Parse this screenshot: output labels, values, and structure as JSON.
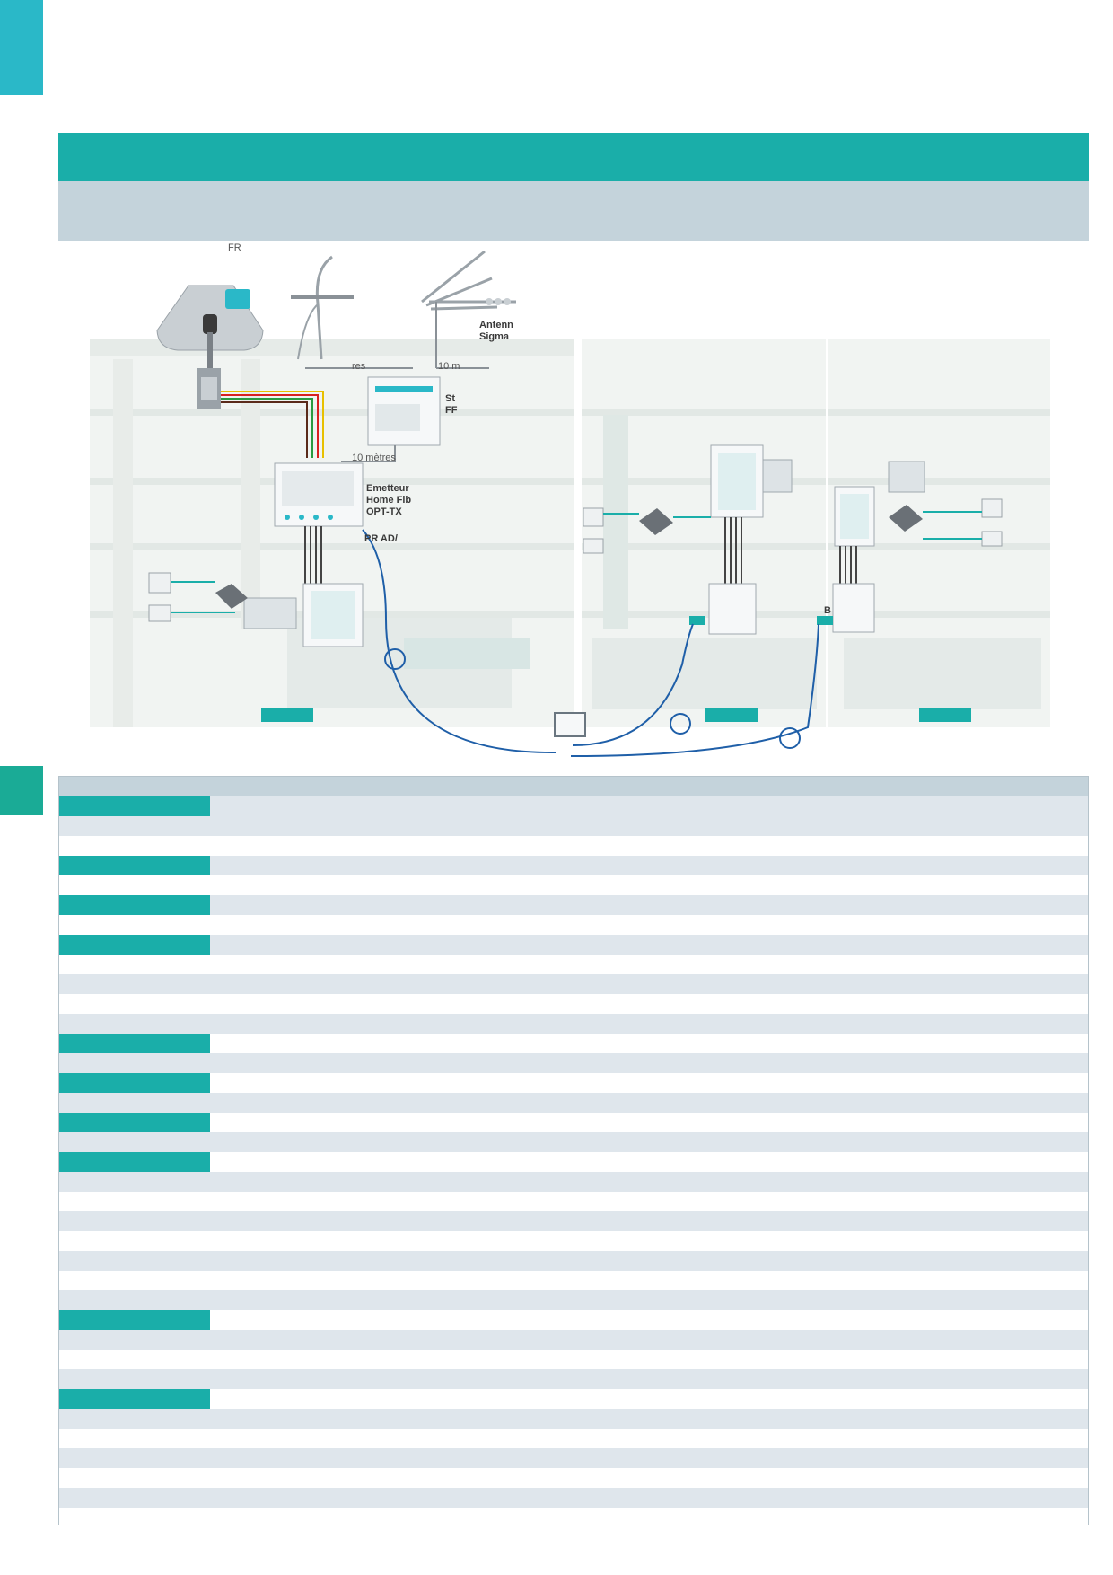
{
  "colors": {
    "accent": "#1aaea9",
    "tab_top": "#2ab8c8",
    "sub_bar": "#c4d3db",
    "row_shade": "#dfe6ec",
    "cable_blue": "#1f5fa8"
  },
  "diagram": {
    "labels": {
      "dish_logo": "FR",
      "antenna_label": "Antenn\nSigma",
      "dist_left": "res",
      "dist_right": "10 m",
      "station_label": "St\nFF",
      "dist_emitter": "10 mètres",
      "emitter_label": "Emetteur\nHome Fib\nOPT-TX",
      "pr_label": "PR AD/",
      "b_label": "B"
    }
  },
  "spec_table": {
    "rows": [
      {
        "cat": true,
        "shade": true
      },
      {
        "cat": false,
        "shade": true
      },
      {
        "cat": false,
        "shade": false
      },
      {
        "cat": true,
        "shade": true
      },
      {
        "cat": false,
        "shade": false
      },
      {
        "cat": true,
        "shade": true
      },
      {
        "cat": false,
        "shade": false
      },
      {
        "cat": true,
        "shade": true
      },
      {
        "cat": false,
        "shade": false
      },
      {
        "cat": false,
        "shade": true
      },
      {
        "cat": false,
        "shade": false
      },
      {
        "cat": false,
        "shade": true
      },
      {
        "cat": true,
        "shade": false
      },
      {
        "cat": false,
        "shade": true
      },
      {
        "cat": true,
        "shade": false
      },
      {
        "cat": false,
        "shade": true
      },
      {
        "cat": true,
        "shade": false
      },
      {
        "cat": false,
        "shade": true
      },
      {
        "cat": true,
        "shade": false
      },
      {
        "cat": false,
        "shade": true
      },
      {
        "cat": false,
        "shade": false
      },
      {
        "cat": false,
        "shade": true
      },
      {
        "cat": false,
        "shade": false
      },
      {
        "cat": false,
        "shade": true
      },
      {
        "cat": false,
        "shade": false
      },
      {
        "cat": false,
        "shade": true
      },
      {
        "cat": true,
        "shade": false
      },
      {
        "cat": false,
        "shade": true
      },
      {
        "cat": false,
        "shade": false
      },
      {
        "cat": false,
        "shade": true
      },
      {
        "cat": true,
        "shade": false
      },
      {
        "cat": false,
        "shade": true
      },
      {
        "cat": false,
        "shade": false
      },
      {
        "cat": false,
        "shade": true
      },
      {
        "cat": false,
        "shade": false
      },
      {
        "cat": false,
        "shade": true
      },
      {
        "cat": false,
        "shade": false
      }
    ]
  }
}
